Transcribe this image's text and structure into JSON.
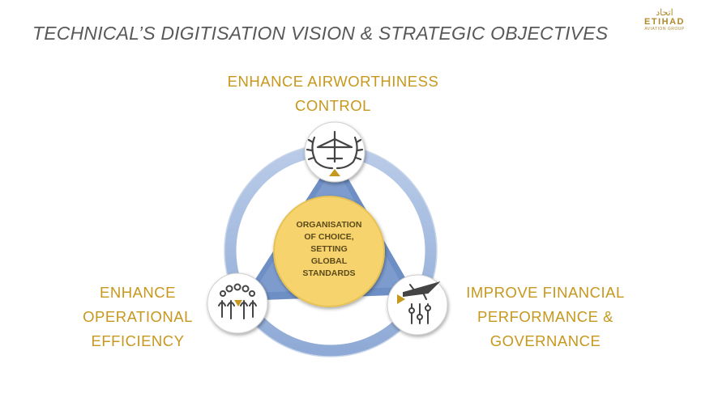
{
  "title": "TECHNICAL’S DIGITISATION VISION & STRATEGIC OBJECTIVES",
  "logo": {
    "mark": "اتحاد",
    "word": "ETIHAD",
    "sub": "AVIATION GROUP"
  },
  "objectives": {
    "top": {
      "line1": "ENHANCE AIRWORTHINESS",
      "line2": "CONTROL",
      "icon": "airplane-laurel-icon"
    },
    "left": {
      "line1": "ENHANCE",
      "line2": "OPERATIONAL",
      "line3": "EFFICIENCY",
      "icon": "people-group-icon"
    },
    "right": {
      "line1": "IMPROVE FINANCIAL",
      "line2": "PERFORMANCE &",
      "line3": "GOVERNANCE",
      "icon": "plane-sliders-icon"
    }
  },
  "center": {
    "line1": "ORGANISATION",
    "line2": "OF CHOICE,",
    "line3": "SETTING",
    "line4": "GLOBAL",
    "line5": "STANDARDS"
  },
  "colors": {
    "gold": "#c7981e",
    "center_fill": "#f6d36d",
    "ring": "#9eb6dc",
    "triangle": "#6e8fc5",
    "title": "#595959"
  }
}
